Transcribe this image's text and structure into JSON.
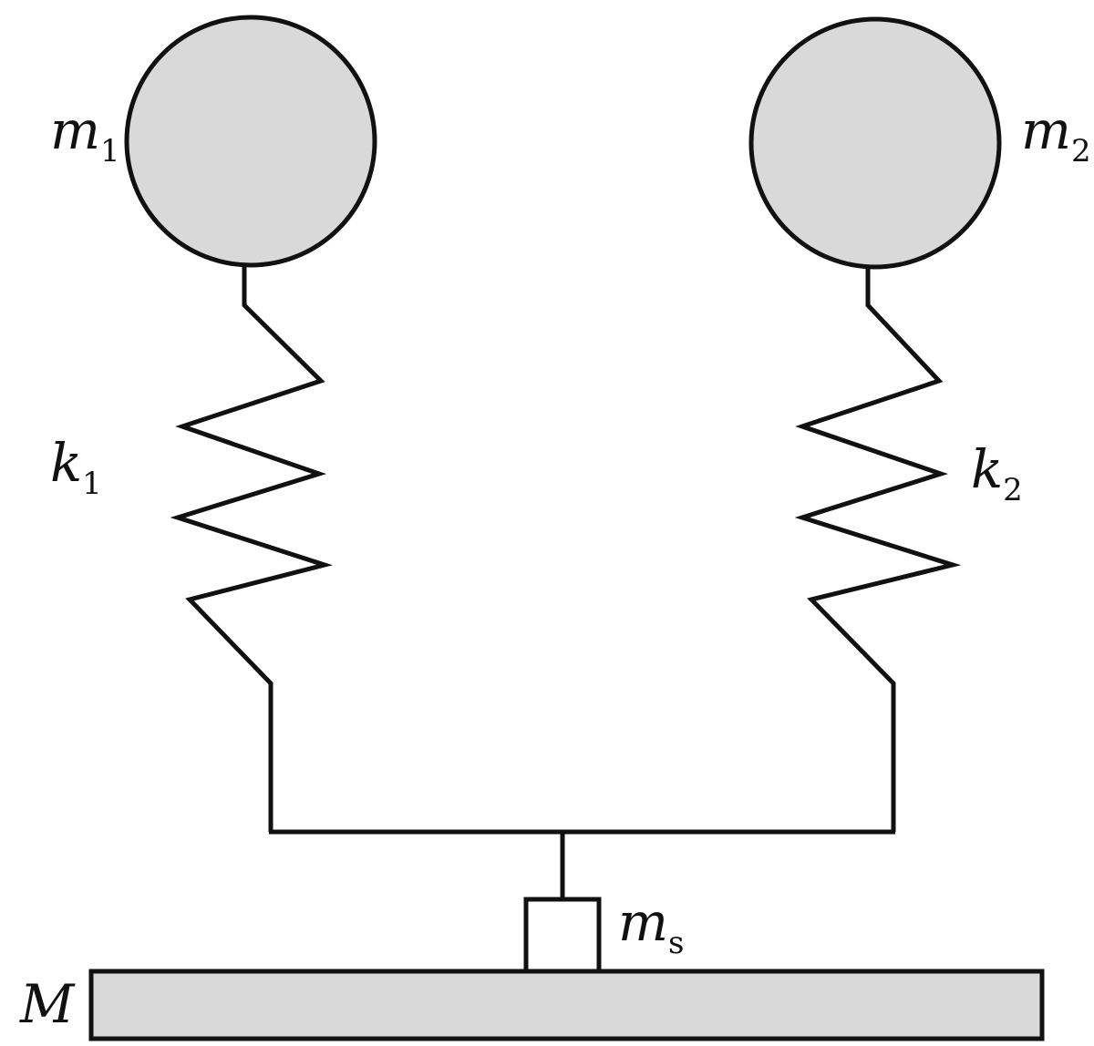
{
  "labels": {
    "mass1": {
      "main": "m",
      "sub": "1"
    },
    "mass2": {
      "main": "m",
      "sub": "2"
    },
    "spring1": {
      "main": "k",
      "sub": "1"
    },
    "spring2": {
      "main": "k",
      "sub": "2"
    },
    "small_mass": {
      "main": "m",
      "sub": "s"
    },
    "base_mass": {
      "main": "M"
    }
  },
  "colors": {
    "line": "#111111",
    "mass_fill": "#d9d9d9",
    "background": "#ffffff"
  }
}
